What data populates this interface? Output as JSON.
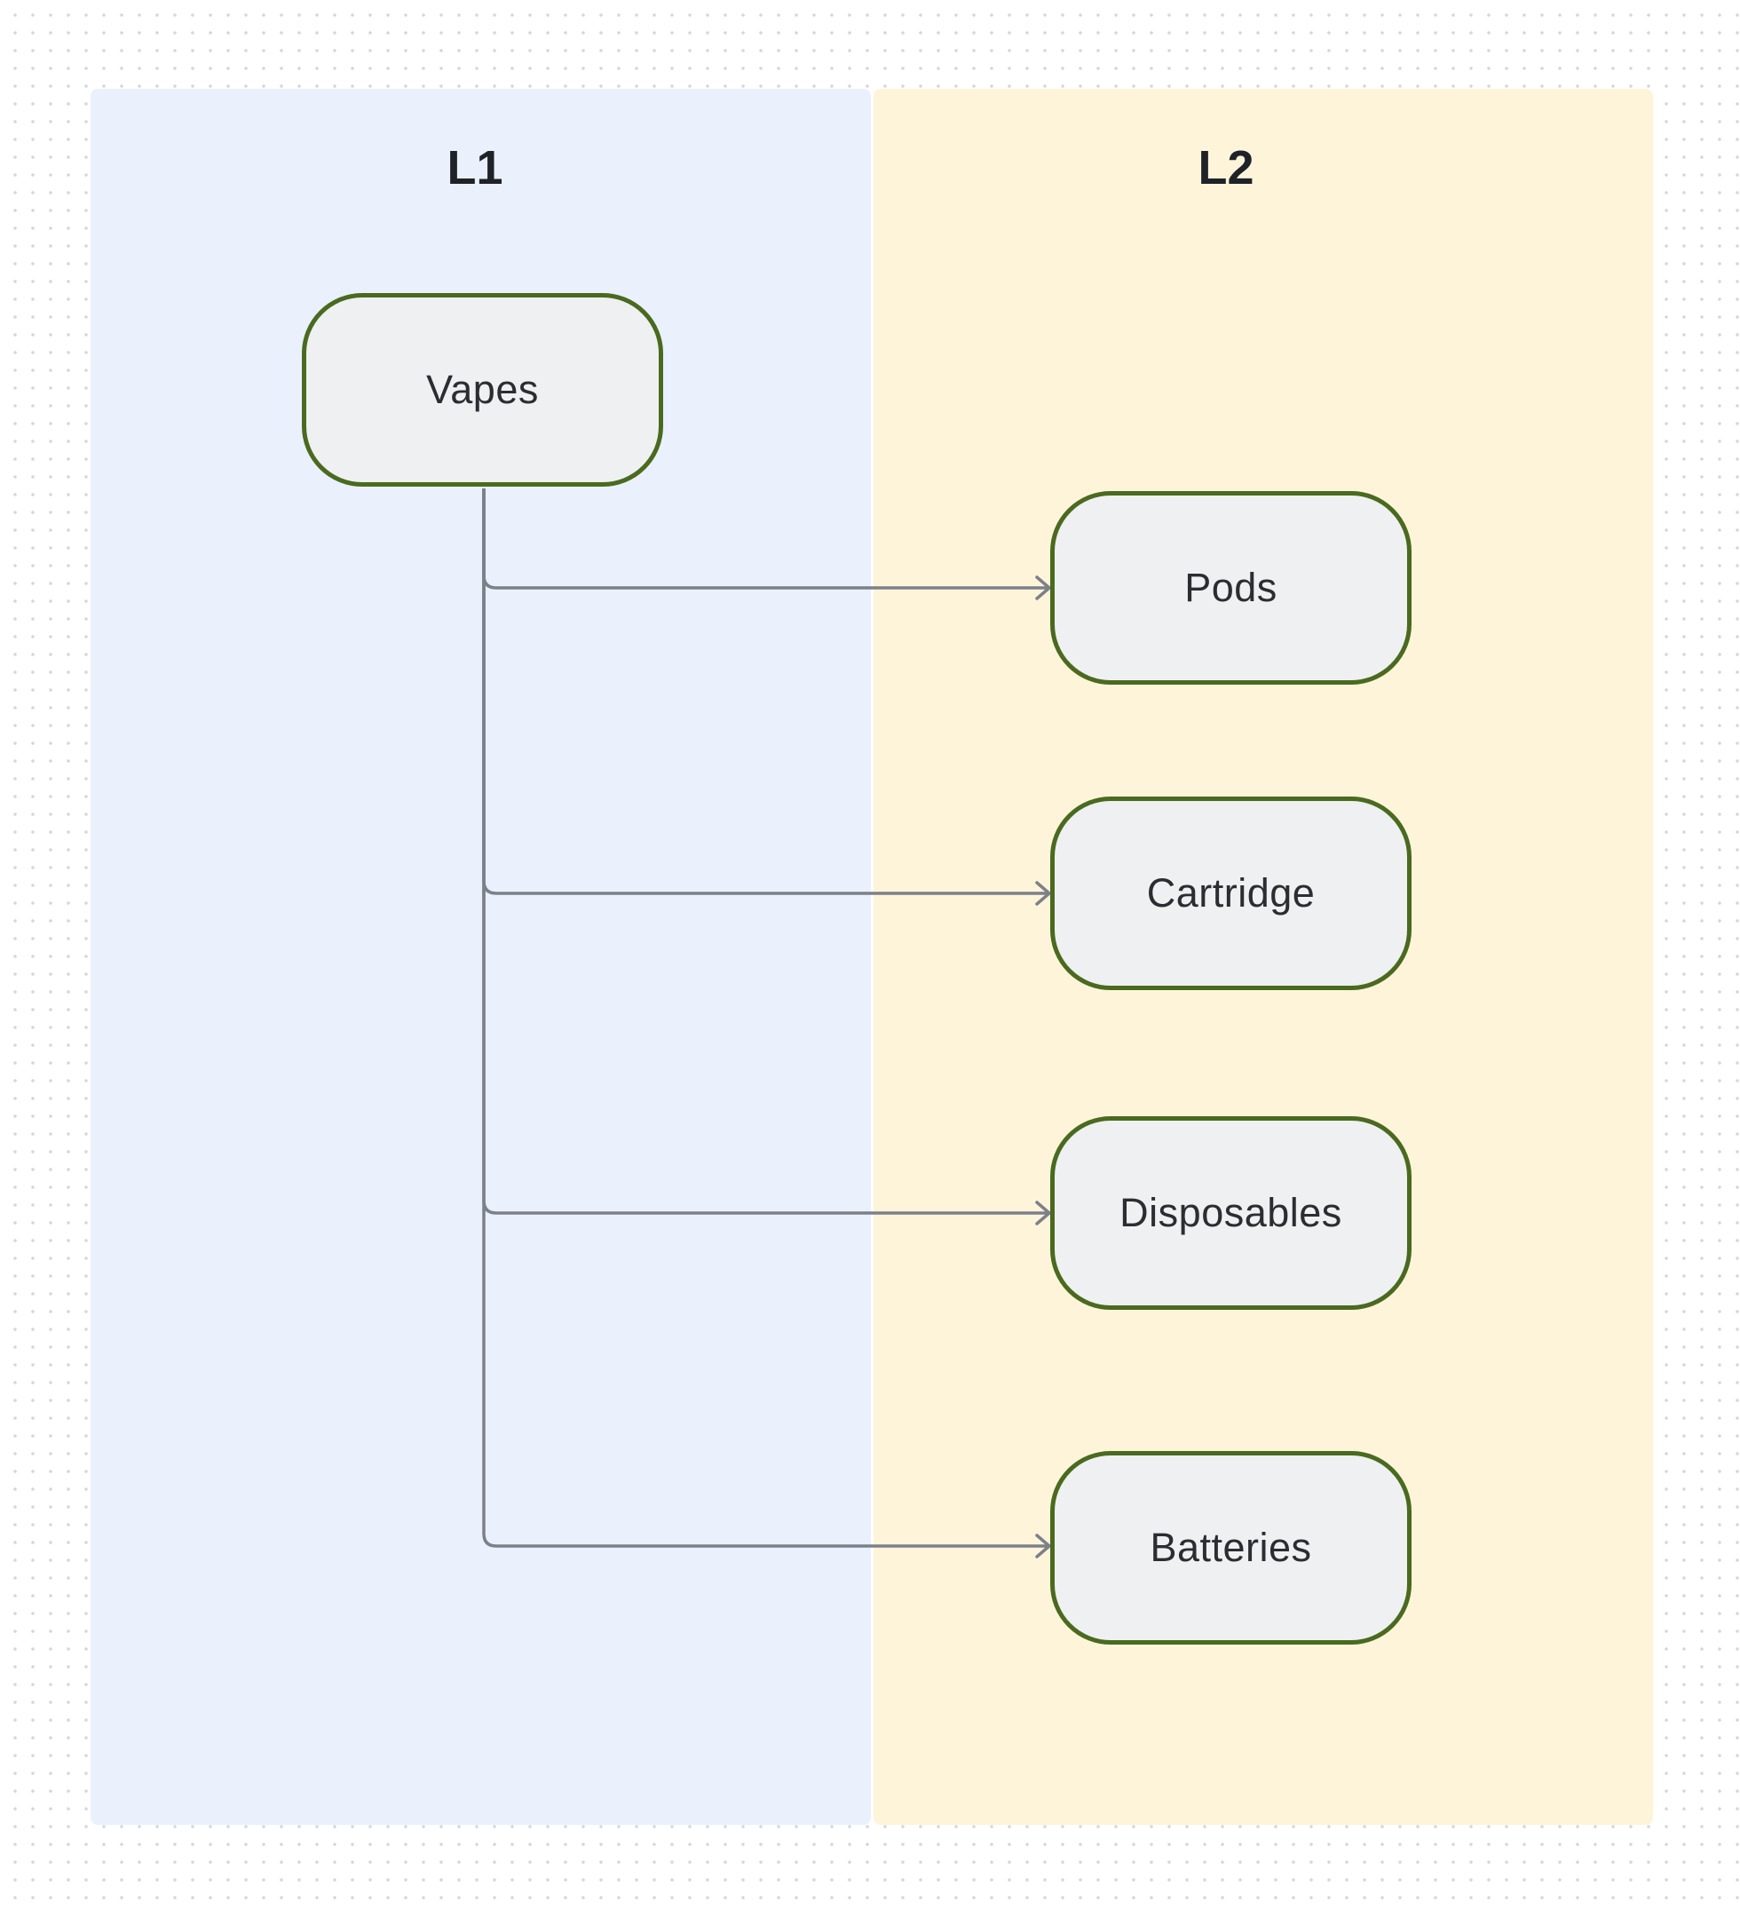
{
  "colors": {
    "lane_l1_fill": "#eaf1fc",
    "lane_l2_fill": "#fdf4da",
    "node_fill": "#eff0f2",
    "node_border": "#4a6a1f",
    "connector": "#7c8089"
  },
  "lanes": [
    {
      "title": "L1"
    },
    {
      "title": "L2"
    }
  ],
  "nodes": {
    "root": {
      "label": "Vapes",
      "lane": "L1"
    },
    "children": [
      {
        "label": "Pods",
        "lane": "L2"
      },
      {
        "label": "Cartridge",
        "lane": "L2"
      },
      {
        "label": "Disposables",
        "lane": "L2"
      },
      {
        "label": "Batteries",
        "lane": "L2"
      }
    ]
  },
  "edges": [
    {
      "from": "Vapes",
      "to": "Pods"
    },
    {
      "from": "Vapes",
      "to": "Cartridge"
    },
    {
      "from": "Vapes",
      "to": "Disposables"
    },
    {
      "from": "Vapes",
      "to": "Batteries"
    }
  ]
}
